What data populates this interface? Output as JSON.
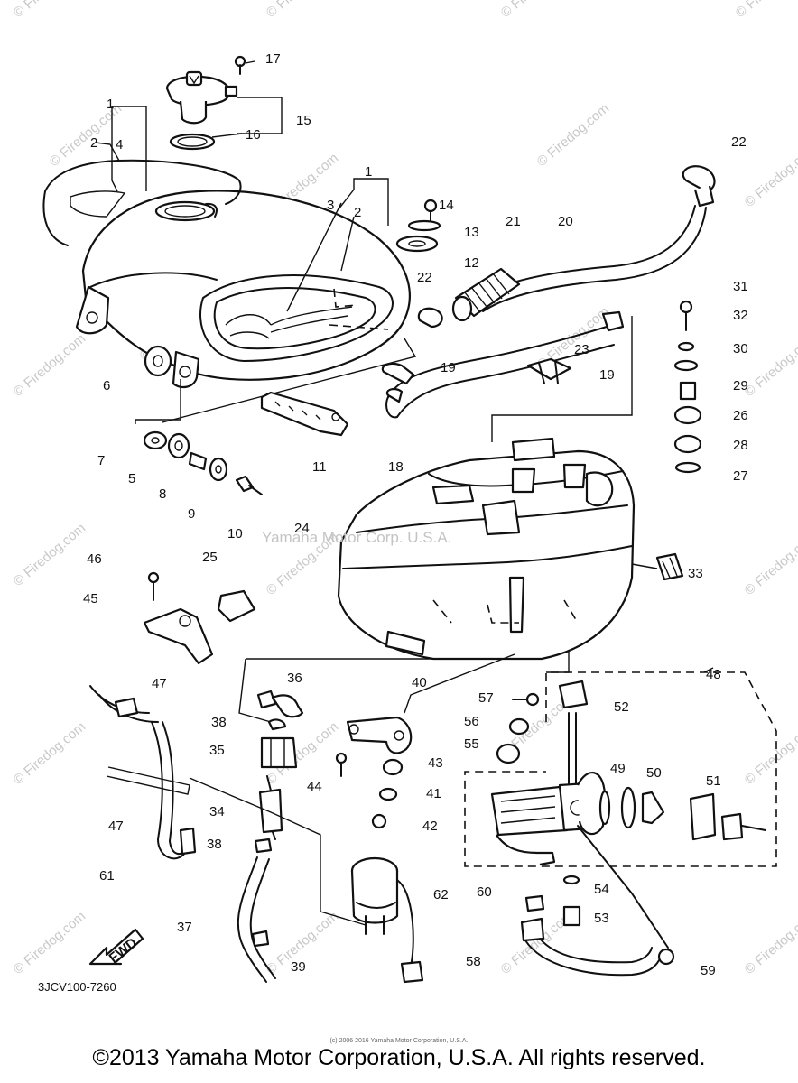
{
  "watermark_text": "© Firedog.com",
  "center_watermark": "Yamaha Motor Corp. U.S.A.",
  "drawing_code": "3JCV100-7260",
  "small_copyright": "(c) 2006 2016 Yamaha Motor Corporation, U.S.A.",
  "copyright": "©2013 Yamaha Motor Corporation, U.S.A. All rights reserved.",
  "fwd_label": "FWD",
  "part_labels": [
    "1",
    "1",
    "2",
    "2",
    "3",
    "4",
    "5",
    "6",
    "7",
    "8",
    "9",
    "10",
    "11",
    "12",
    "13",
    "14",
    "15",
    "16",
    "17",
    "18",
    "19",
    "19",
    "20",
    "21",
    "22",
    "22",
    "23",
    "24",
    "25",
    "26",
    "27",
    "28",
    "29",
    "30",
    "31",
    "32",
    "33",
    "34",
    "35",
    "36",
    "37",
    "38",
    "38",
    "39",
    "40",
    "41",
    "42",
    "43",
    "44",
    "45",
    "46",
    "47",
    "47",
    "48",
    "49",
    "50",
    "51",
    "52",
    "53",
    "54",
    "55",
    "56",
    "57",
    "58",
    "59",
    "60",
    "61",
    "62"
  ]
}
